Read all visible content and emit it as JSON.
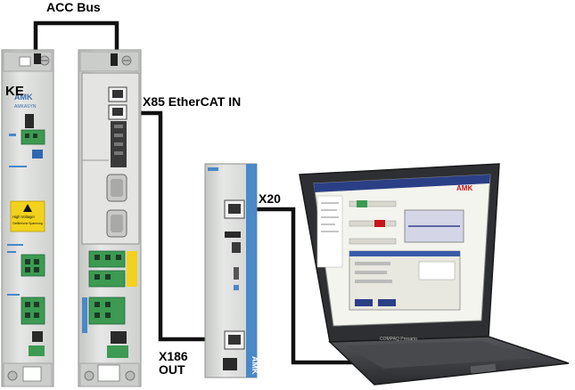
{
  "labels": {
    "acc_bus": "ACC Bus",
    "ke": "KE",
    "x85": "X85 EtherCAT IN",
    "x20": "X20",
    "x186": "X186\nOUT"
  },
  "module_text": {
    "brand": "AMK",
    "ke_model": "AMKASYN",
    "warning_title": "High Voltage!",
    "warning_sub": "Gefährliche Spannung"
  },
  "software": {
    "brand": "AMK"
  },
  "laptop": {
    "brand": "COMPAQ Presario"
  },
  "colors": {
    "cable": "#111111",
    "module_body": "#d8dad8",
    "module_blue": "#4a88c8",
    "connector_green": "#3c9a52",
    "warning_yellow": "#f2d21c",
    "laptop_body": "#3a3b3e",
    "screen_bg": "#f4f4ee"
  }
}
